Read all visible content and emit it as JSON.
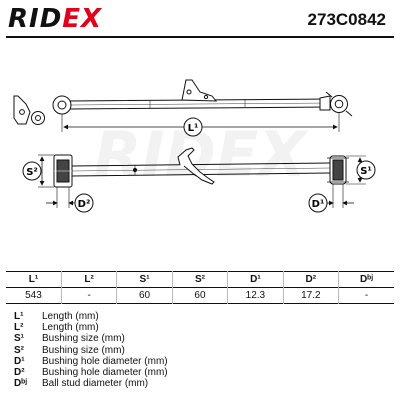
{
  "header": {
    "brand_main": "RID",
    "brand_accent": "EX",
    "part_number": "273C0842"
  },
  "diagram": {
    "callouts": {
      "l1": "L¹",
      "s2": "S²",
      "s1": "S¹",
      "d2": "D²",
      "d1": "D¹"
    },
    "watermark": "RIDEX"
  },
  "table": {
    "headers": [
      "L¹",
      "L²",
      "S¹",
      "S²",
      "D¹",
      "D²",
      "Dᵇʲ"
    ],
    "values": [
      "543",
      "-",
      "60",
      "60",
      "12.3",
      "17.2",
      "-"
    ]
  },
  "legend": [
    {
      "symbol": "L¹",
      "text": "Length (mm)"
    },
    {
      "symbol": "L²",
      "text": "Length (mm)"
    },
    {
      "symbol": "S¹",
      "text": "Bushing size (mm)"
    },
    {
      "symbol": "S²",
      "text": "Bushing size (mm)"
    },
    {
      "symbol": "D¹",
      "text": "Bushing hole diameter (mm)"
    },
    {
      "symbol": "D²",
      "text": "Bushing hole diameter (mm)"
    },
    {
      "symbol": "Dᵇʲ",
      "text": "Ball stud diameter (mm)"
    }
  ]
}
